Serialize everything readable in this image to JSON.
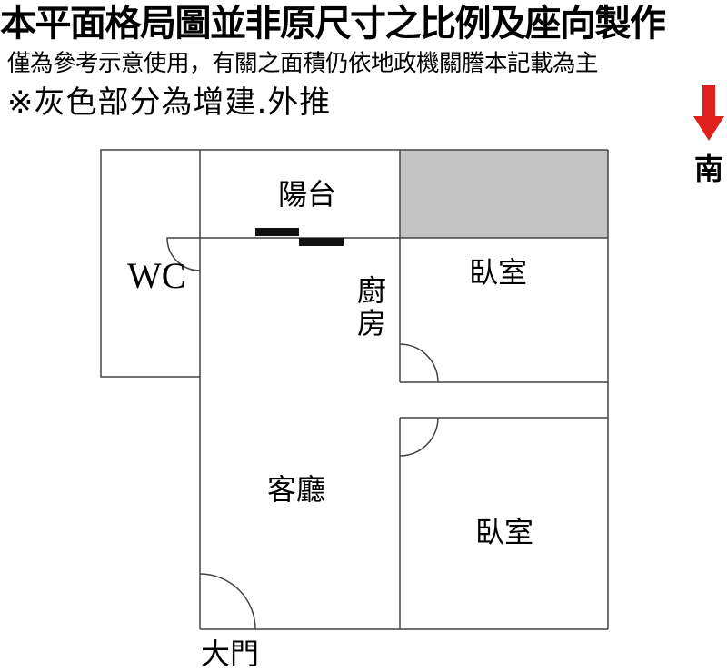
{
  "header": {
    "disclaimer_title": "本平面格局圖並非原尺寸之比例及座向製作",
    "disclaimer_note": "僅為參考示意使用，有關之面積仍依地政機關謄本記載為主",
    "legend_note": "※灰色部分為增建.外推"
  },
  "compass": {
    "direction_label": "南",
    "arrow_color": "#e0201c"
  },
  "rooms": {
    "balcony": "陽台",
    "wc": "WC",
    "kitchen": "廚房",
    "bedroom_upper": "臥室",
    "bedroom_lower": "臥室",
    "living_room": "客廳",
    "main_door": "大門"
  },
  "colors": {
    "extension_fill": "#c3c3c3",
    "wall": "#444444",
    "window": "#111111"
  }
}
